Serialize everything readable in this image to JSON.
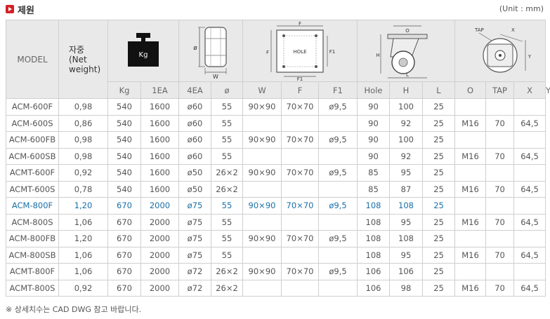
{
  "header": {
    "title": "제원",
    "unit": "(Unit : mm)"
  },
  "table": {
    "model_label": "MODEL",
    "weight_label": [
      "자중",
      "(Net",
      "weight)"
    ],
    "weight_icon_label": "Kg",
    "diagram_labels": {
      "wheel_dia": "ø",
      "wheel_width": "W",
      "plate_f": "F",
      "plate_f1": "F1",
      "plate_hole": "HOLE",
      "caster_h": "H",
      "caster_l": "L",
      "caster_o": "O",
      "stem_tap": "TAP",
      "stem_x": "X",
      "stem_y": "Y"
    },
    "units": [
      "Kg",
      "1EA",
      "4EA",
      "ø",
      "W",
      "F",
      "F1",
      "Hole",
      "H",
      "L",
      "O",
      "TAP",
      "X",
      "Y"
    ],
    "rows": [
      [
        "ACM-600F",
        "0,98",
        "540",
        "1600",
        "ø60",
        "55",
        "90×90",
        "70×70",
        "ø9,5",
        "90",
        "100",
        "25",
        "",
        "",
        ""
      ],
      [
        "ACM-600S",
        "0,86",
        "540",
        "1600",
        "ø60",
        "55",
        "",
        "",
        "",
        "90",
        "92",
        "25",
        "M16",
        "70",
        "64,5"
      ],
      [
        "ACM-600FB",
        "0,98",
        "540",
        "1600",
        "ø60",
        "55",
        "90×90",
        "70×70",
        "ø9,5",
        "90",
        "100",
        "25",
        "",
        "",
        ""
      ],
      [
        "ACM-600SB",
        "0,98",
        "540",
        "1600",
        "ø60",
        "55",
        "",
        "",
        "",
        "90",
        "92",
        "25",
        "M16",
        "70",
        "64,5"
      ],
      [
        "ACMT-600F",
        "0,92",
        "540",
        "1600",
        "ø50",
        "26×2",
        "90×90",
        "70×70",
        "ø9,5",
        "85",
        "95",
        "25",
        "",
        "",
        ""
      ],
      [
        "ACMT-600S",
        "0,78",
        "540",
        "1600",
        "ø50",
        "26×2",
        "",
        "",
        "",
        "85",
        "87",
        "25",
        "M16",
        "70",
        "64,5"
      ],
      [
        "ACM-800F",
        "1,20",
        "670",
        "2000",
        "ø75",
        "55",
        "90×90",
        "70×70",
        "ø9,5",
        "108",
        "108",
        "25",
        "",
        "",
        ""
      ],
      [
        "ACM-800S",
        "1,06",
        "670",
        "2000",
        "ø75",
        "55",
        "",
        "",
        "",
        "108",
        "95",
        "25",
        "M16",
        "70",
        "64,5"
      ],
      [
        "ACM-800FB",
        "1,20",
        "670",
        "2000",
        "ø75",
        "55",
        "90×90",
        "70×70",
        "ø9,5",
        "108",
        "108",
        "25",
        "",
        "",
        ""
      ],
      [
        "ACM-800SB",
        "1,06",
        "670",
        "2000",
        "ø75",
        "55",
        "",
        "",
        "",
        "108",
        "95",
        "25",
        "M16",
        "70",
        "64,5"
      ],
      [
        "ACMT-800F",
        "1,06",
        "670",
        "2000",
        "ø72",
        "26×2",
        "90×90",
        "70×70",
        "ø9,5",
        "106",
        "106",
        "25",
        "",
        "",
        ""
      ],
      [
        "ACMT-800S",
        "0,92",
        "670",
        "2000",
        "ø72",
        "26×2",
        "",
        "",
        "",
        "106",
        "98",
        "25",
        "M16",
        "70",
        "64,5"
      ]
    ],
    "highlight_model": "ACM-800F",
    "highlight_color": "#1a6fa8"
  },
  "footnote": "※ 상세치수는 CAD DWG 참고 바랍니다."
}
